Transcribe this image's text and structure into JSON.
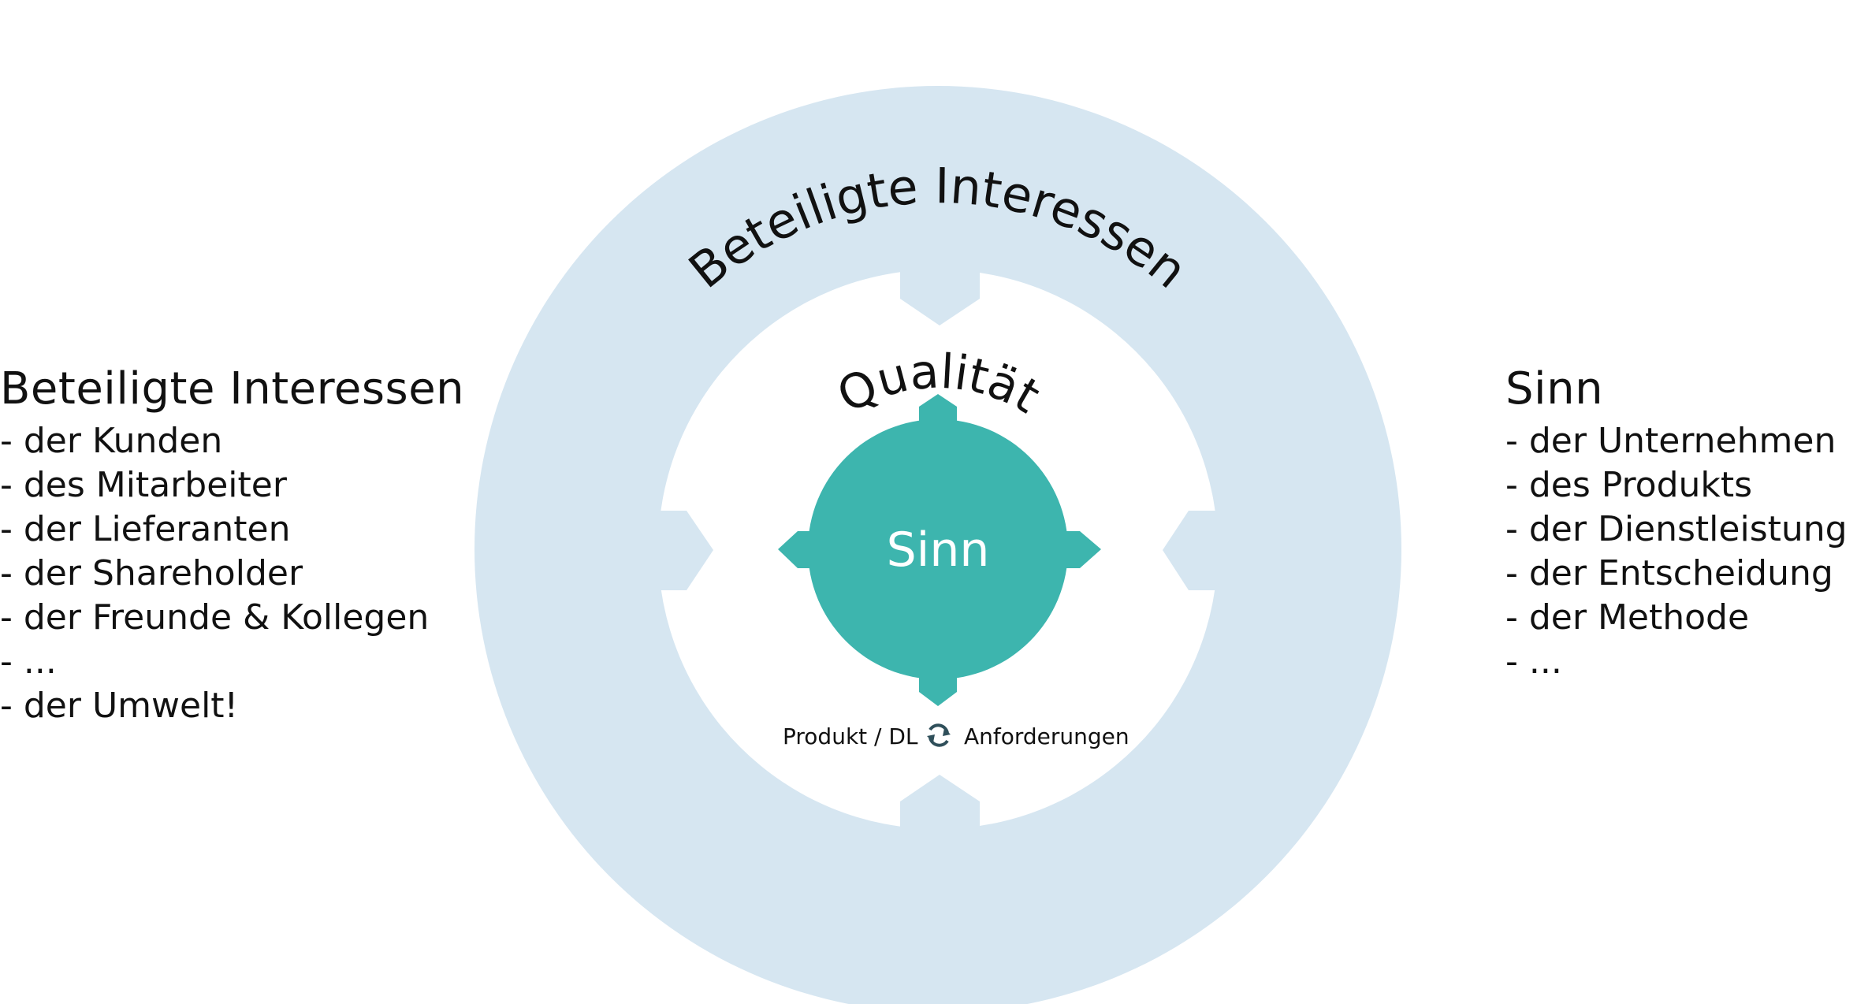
{
  "colors": {
    "ring": "#d6e6f1",
    "core": "#3db5ae",
    "text": "#111111",
    "core_text": "#ffffff"
  },
  "diagram": {
    "outer_label": "Beteiligte Interessen",
    "inner_label": "Qualität",
    "core_label": "Sinn",
    "bottom_caption": {
      "left": "Produkt / DL",
      "icon": "refresh-cycle-icon",
      "right": "Anforderungen"
    }
  },
  "left_list": {
    "title": "Beteiligte Interessen",
    "items": [
      "- der Kunden",
      "- des Mitarbeiter",
      "- der Lieferanten",
      "- der Shareholder",
      "- der Freunde & Kollegen",
      "- ...",
      "- der Umwelt!"
    ]
  },
  "right_list": {
    "title": "Sinn",
    "items": [
      "- der Unternehmen",
      "- des Produkts",
      "- der Dienstleistung",
      "- der Entscheidung",
      "- der Methode",
      "- ..."
    ]
  }
}
